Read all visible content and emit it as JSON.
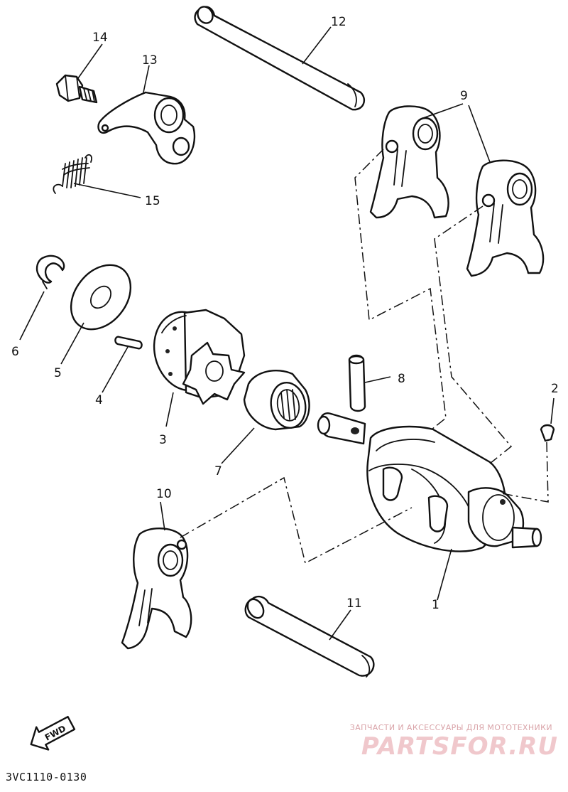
{
  "diagram": {
    "callouts": [
      {
        "id": "1",
        "label": "1"
      },
      {
        "id": "2",
        "label": "2"
      },
      {
        "id": "3",
        "label": "3"
      },
      {
        "id": "4",
        "label": "4"
      },
      {
        "id": "5",
        "label": "5"
      },
      {
        "id": "6",
        "label": "6"
      },
      {
        "id": "7",
        "label": "7"
      },
      {
        "id": "8",
        "label": "8"
      },
      {
        "id": "9",
        "label": "9"
      },
      {
        "id": "10",
        "label": "10"
      },
      {
        "id": "11",
        "label": "11"
      },
      {
        "id": "12",
        "label": "12"
      },
      {
        "id": "13",
        "label": "13"
      },
      {
        "id": "14",
        "label": "14"
      },
      {
        "id": "15",
        "label": "15"
      }
    ],
    "direction_marker": "FWD",
    "drawing_code": "3VC1110-0130"
  },
  "watermark": {
    "line1": "ЗАПЧАСТИ И АКСЕССУАРЫ ДЛЯ МОТОТЕХНИКИ",
    "line2": "PARTSFOR.RU",
    "color": "#e8a9b0"
  }
}
